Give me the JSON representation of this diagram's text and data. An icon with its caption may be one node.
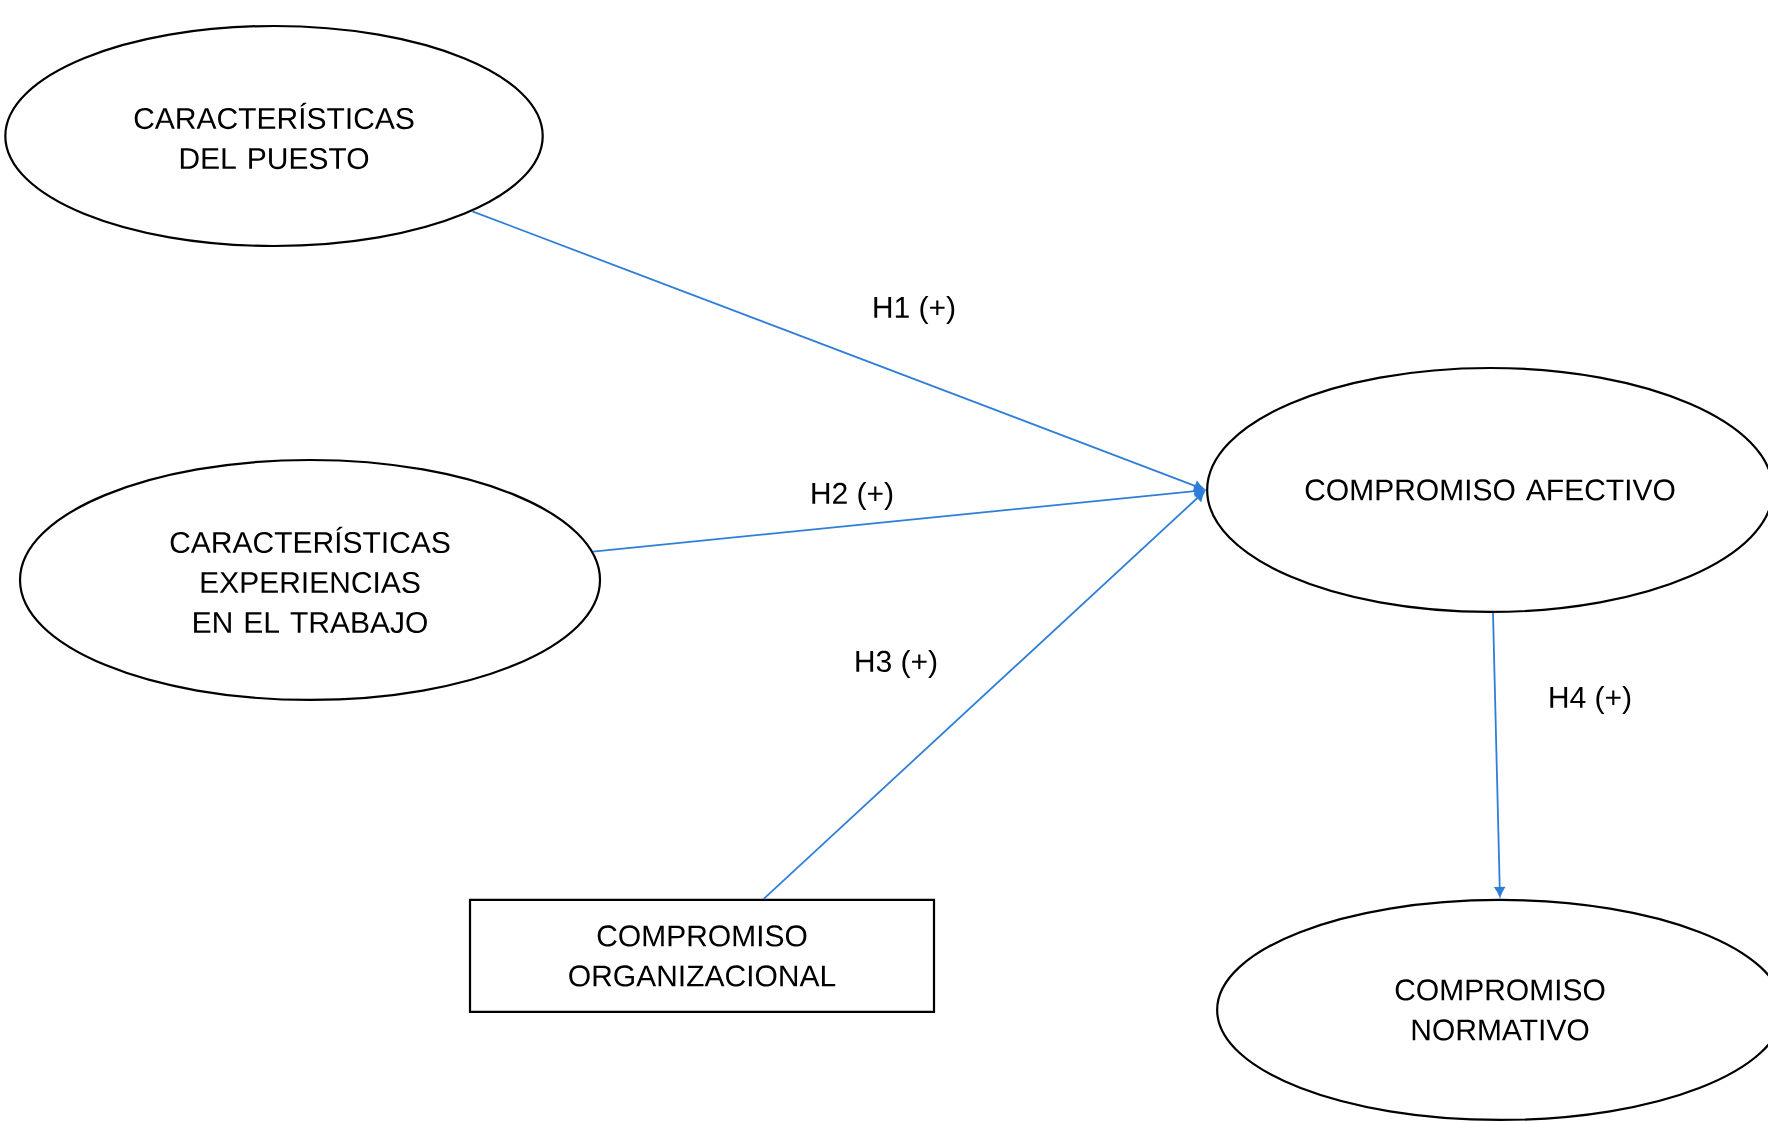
{
  "diagram": {
    "nodes": [
      {
        "text": [
          "CARACTERÍSTICAS DEL PUESTO"
        ]
      },
      {
        "text": [
          "COMPROMISO AFECTIVO"
        ]
      },
      {
        "text": [
          "CARACTERÍSTICAS EXPERIENCIAS EN EL TRABAJO"
        ]
      },
      {
        "text": [
          "COMPROMISO ORGANIZACIONAL"
        ]
      },
      {
        "text": [
          "COMPROMISO NORMATIVO"
        ]
      }
    ],
    "edges": [
      {
        "from": 0,
        "to": 1,
        "arrow": "to",
        "label": "H1 (+)"
      },
      {
        "from": 2,
        "to": 1,
        "arrow": "to",
        "label": "H2 (+)"
      },
      {
        "from": 3,
        "to": 1,
        "arrow": "to",
        "label": "H3 (+)"
      },
      {
        "from": 1,
        "to": 4,
        "arrow": "to",
        "label": "H4 (+)"
      }
    ]
  }
}
